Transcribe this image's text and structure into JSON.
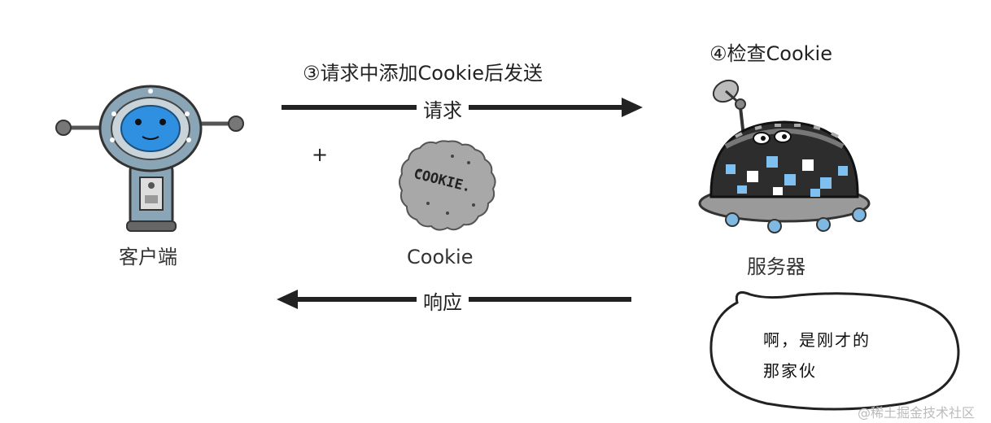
{
  "step3_label": "③请求中添加Cookie后发送",
  "step4_label": "④检查Cookie",
  "request_label": "请求",
  "response_label": "响应",
  "client_label": "客户端",
  "cookie_label": "Cookie",
  "cookie_print": "COOKIE.",
  "server_label": "服务器",
  "plus_sign": "+",
  "speech_line1": "啊，是刚才的",
  "speech_line2": "那家伙",
  "watermark": "@稀土掘金技术社区",
  "colors": {
    "arrow": "#222222",
    "client_face": "#2f8fe0",
    "client_head": "#8aa6b6",
    "cookie": "#a8a8a8",
    "server_body": "#2d2d2d",
    "server_window": "#7fc0f0"
  }
}
